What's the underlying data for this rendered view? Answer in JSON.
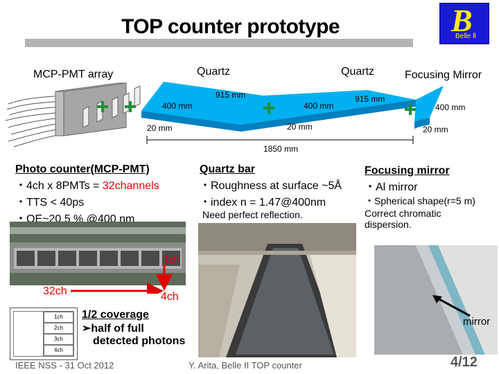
{
  "slide": {
    "title": "TOP counter prototype",
    "logo": {
      "symbol": "B",
      "caption": "Belle Ⅱ"
    },
    "diagram": {
      "mcp_label": "MCP-PMT array",
      "quartz_label_1": "Quartz",
      "quartz_label_2": "Quartz",
      "mirror_label": "Focusing Mirror",
      "bar1_length": "915 mm",
      "bar1_width": "400 mm",
      "bar1_thickness": "20 mm",
      "bar2_length": "915 mm",
      "bar2_width": "400 mm",
      "bar2_thickness": "20 mm",
      "mirror_width": "400 mm",
      "mirror_thickness": "20 mm",
      "total_length": "1850 mm"
    },
    "photo_counter": {
      "heading": "Photo counter(MCP-PMT)",
      "line1_prefix": "・4ch x 8PMTs = ",
      "line1_highlight": "32channels",
      "line2": "・TTS < 40ps",
      "line3": "・QE~20.5 % @400 nm"
    },
    "quartz_bar": {
      "heading": "Quartz bar",
      "line1": "・Roughness at surface ~5Å",
      "line2": "・index n = 1.47@400nm",
      "line3": "Need perfect reflection."
    },
    "focusing_mirror": {
      "heading": "Focusing mirror",
      "line1": "・Al mirror",
      "line2": "・Spherical shape(r=5 m)",
      "line3": "Correct chromatic",
      "line4": "dispersion."
    },
    "photo_labels": {
      "ch_1": "1ch",
      "ch_32": "32ch",
      "ch_4": "4ch",
      "mirror": "mirror"
    },
    "coverage": {
      "line1": "1/2 coverage",
      "line2": "➢half of full",
      "line3": "detected photons",
      "grid_cells": [
        "1ch",
        "2ch",
        "3ch",
        "4ch"
      ]
    },
    "footer": {
      "left": "IEEE NSS - 31 Oct 2012",
      "center": "Y. Arita, Belle II TOP counter",
      "page": "4/12"
    },
    "colors": {
      "bar_face": "#00b0f0",
      "bar_top": "#7fd6f5",
      "bar_side": "#0080c0",
      "accent_red": "#e00000",
      "marker_green": "#1e8f3a",
      "logo_blue": "#1a1ad0"
    }
  }
}
